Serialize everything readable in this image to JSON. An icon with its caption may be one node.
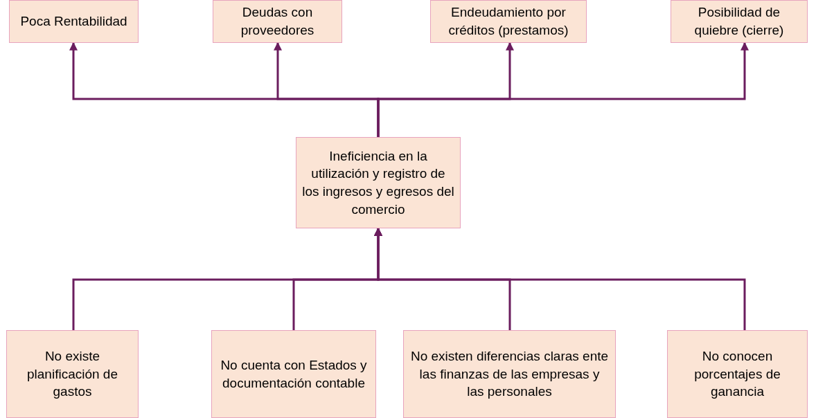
{
  "diagram": {
    "nodes": [
      {
        "text": [
          "Poca Rentabilidad"
        ]
      },
      {
        "text": [
          "Deudas con proveedores"
        ]
      },
      {
        "text": [
          "Endeudamiento por créditos (prestamos)"
        ]
      },
      {
        "text": [
          "Posibilidad de quiebre (cierre)"
        ]
      },
      {
        "text": [
          "Ineficiencia en la utilización y registro de los ingresos y egresos del comercio"
        ]
      },
      {
        "text": [
          "No existe planificación de gastos"
        ]
      },
      {
        "text": [
          "No cuenta con Estados y documentación contable"
        ]
      },
      {
        "text": [
          "No existen diferencias claras ente las finanzas de las empresas y las personales"
        ]
      },
      {
        "text": [
          "No conocen porcentajes de ganancia"
        ]
      }
    ],
    "edges": [
      {
        "from": 4,
        "to": 0,
        "arrow": "to"
      },
      {
        "from": 4,
        "to": 1,
        "arrow": "to"
      },
      {
        "from": 4,
        "to": 2,
        "arrow": "to"
      },
      {
        "from": 4,
        "to": 3,
        "arrow": "to"
      },
      {
        "from": 5,
        "to": 4,
        "arrow": "to"
      },
      {
        "from": 6,
        "to": 4,
        "arrow": "to"
      },
      {
        "from": 7,
        "to": 4,
        "arrow": "to"
      },
      {
        "from": 8,
        "to": 4,
        "arrow": "to"
      }
    ]
  }
}
